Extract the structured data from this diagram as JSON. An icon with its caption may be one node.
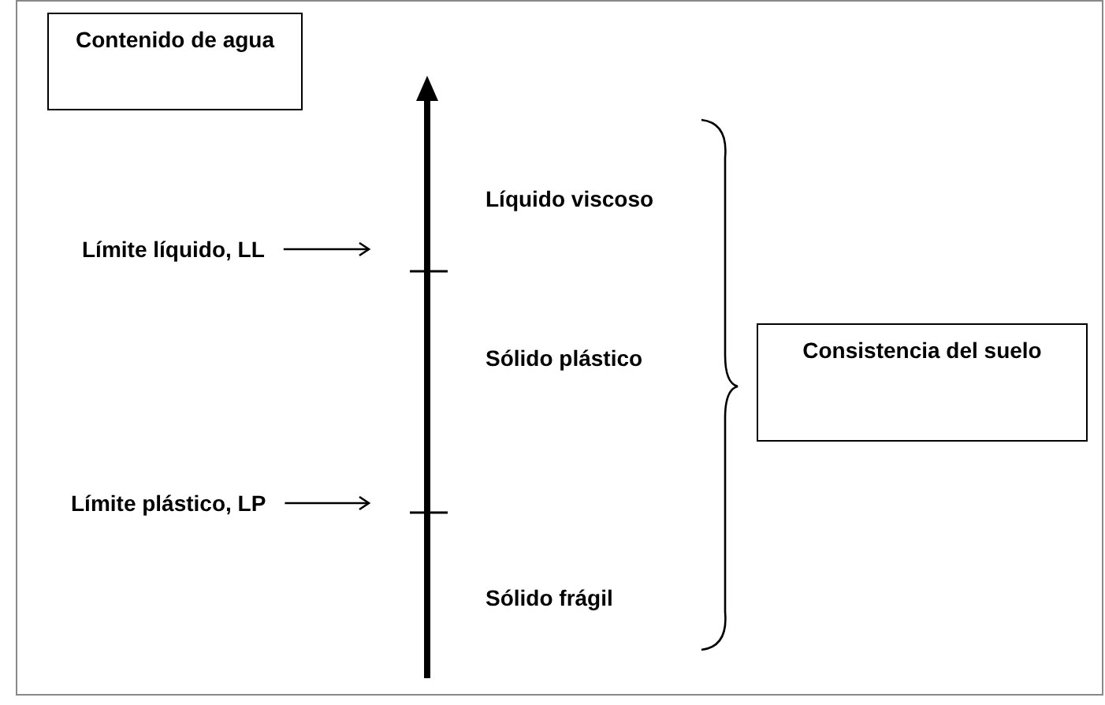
{
  "diagram": {
    "nodes": [
      {
        "text": [
          "Contenido de agua"
        ]
      },
      {
        "text": [
          "Límite líquido, LL"
        ]
      },
      {
        "text": [
          "Consistencia del suelo"
        ]
      },
      {
        "text": [
          "Límite plástico, LP"
        ]
      }
    ],
    "edges": [
      {
        "from": 1,
        "to": null,
        "arrow": "to"
      },
      {
        "from": 3,
        "to": null,
        "arrow": "to"
      }
    ],
    "labels": [
      "Líquido viscoso",
      "Sólido plástico",
      "Sólido frágil"
    ]
  }
}
